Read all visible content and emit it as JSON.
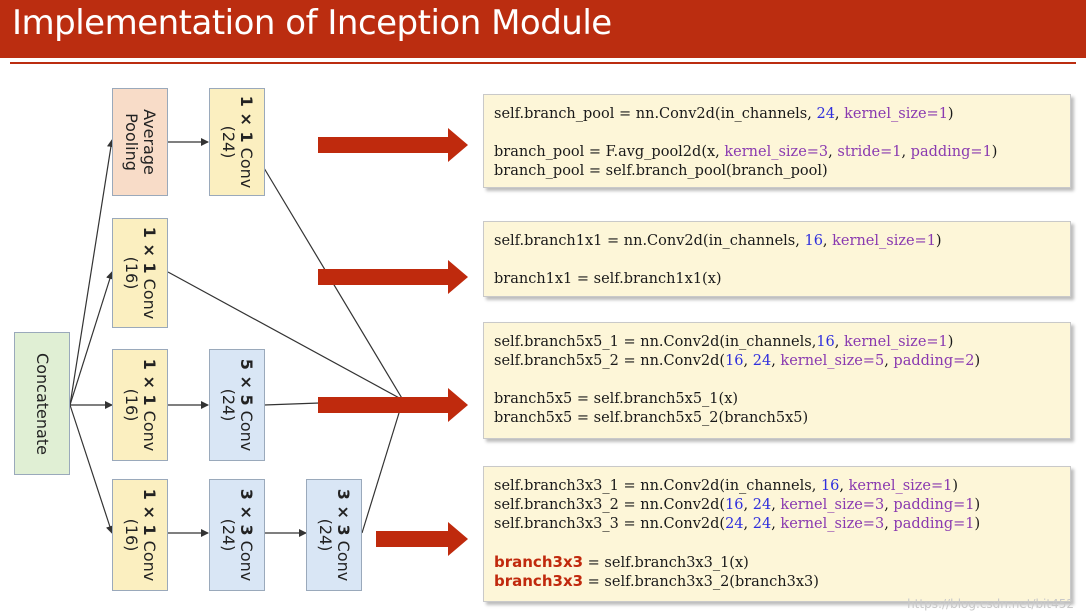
{
  "title": "Implementation of Inception Module",
  "colors": {
    "accent": "#bb2d10",
    "arrow": "#bf2a0d"
  },
  "nodes": {
    "concat": "Concatenate",
    "pool": "Average\nPooling",
    "pool_conv": {
      "bold": "1 × 1",
      "rest": " Conv\n(24)"
    },
    "b1_conv": {
      "bold": "1 × 1",
      "rest": " Conv\n(16)"
    },
    "b5_conv1": {
      "bold": "1 × 1",
      "rest": " Conv\n(16)"
    },
    "b5_conv2": {
      "bold": "5 × 5",
      "rest": " Conv\n(24)"
    },
    "b3_conv1": {
      "bold": "1 × 1",
      "rest": " Conv\n(16)"
    },
    "b3_conv2": {
      "bold": "3 × 3",
      "rest": " Conv\n(24)"
    },
    "b3_conv3": {
      "bold": "3 × 3",
      "rest": " Conv\n(24)"
    }
  },
  "code": {
    "pool": [
      "self.branch_pool = nn.Conv2d(in_channels, 24, kernel_size=1)",
      "",
      "branch_pool = F.avg_pool2d(x, kernel_size=3, stride=1, padding=1)",
      "branch_pool = self.branch_pool(branch_pool)"
    ],
    "b1": [
      "self.branch1x1 = nn.Conv2d(in_channels, 16, kernel_size=1)",
      "",
      "branch1x1 = self.branch1x1(x)"
    ],
    "b5": [
      "self.branch5x5_1 = nn.Conv2d(in_channels,16, kernel_size=1)",
      "self.branch5x5_2 = nn.Conv2d(16, 24, kernel_size=5, padding=2)",
      "",
      "branch5x5 = self.branch5x5_1(x)",
      "branch5x5 = self.branch5x5_2(branch5x5)"
    ],
    "b3": [
      "self.branch3x3_1 = nn.Conv2d(in_channels, 16, kernel_size=1)",
      "self.branch3x3_2 = nn.Conv2d(16, 24, kernel_size=3, padding=1)",
      "self.branch3x3_3 = nn.Conv2d(24, 24, kernel_size=3, padding=1)",
      "",
      "branch3x3 = self.branch3x3_1(x)",
      "branch3x3 = self.branch3x3_2(branch3x3)"
    ]
  },
  "watermark": "https://blog.csdn.net/bit452"
}
